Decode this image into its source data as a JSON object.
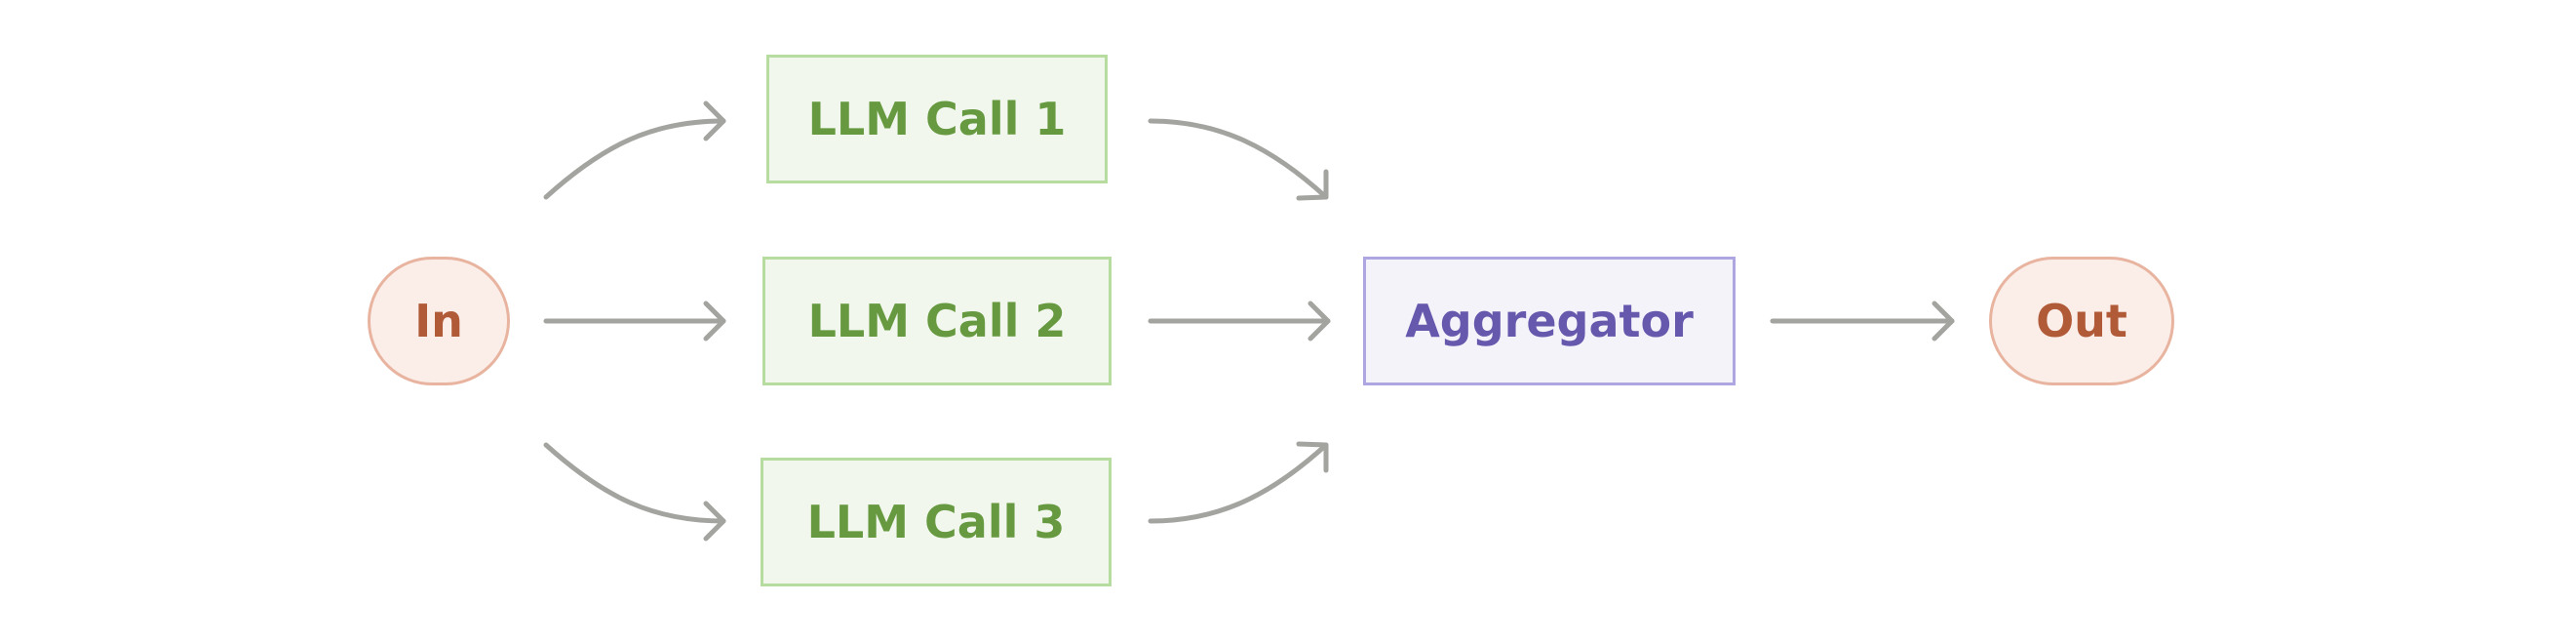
{
  "nodes": {
    "in": "In",
    "llm_call_1": "LLM Call 1",
    "llm_call_2": "LLM Call 2",
    "llm_call_3": "LLM Call 3",
    "aggregator": "Aggregator",
    "out": "Out"
  },
  "edges": [
    {
      "from": "In",
      "to": "LLM Call 1"
    },
    {
      "from": "In",
      "to": "LLM Call 2"
    },
    {
      "from": "In",
      "to": "LLM Call 3"
    },
    {
      "from": "LLM Call 1",
      "to": "Aggregator"
    },
    {
      "from": "LLM Call 2",
      "to": "Aggregator"
    },
    {
      "from": "LLM Call 3",
      "to": "Aggregator"
    },
    {
      "from": "Aggregator",
      "to": "Out"
    }
  ],
  "colors": {
    "terminal_fill": "#fbeee8",
    "terminal_border": "#e8b4a0",
    "terminal_text": "#b05a38",
    "llm_fill": "#f1f7ec",
    "llm_border": "#b6dca0",
    "llm_text": "#669940",
    "aggregator_fill": "#f4f3fa",
    "aggregator_border": "#ada6e0",
    "aggregator_text": "#6658ac",
    "arrow": "#a3a3a0"
  }
}
